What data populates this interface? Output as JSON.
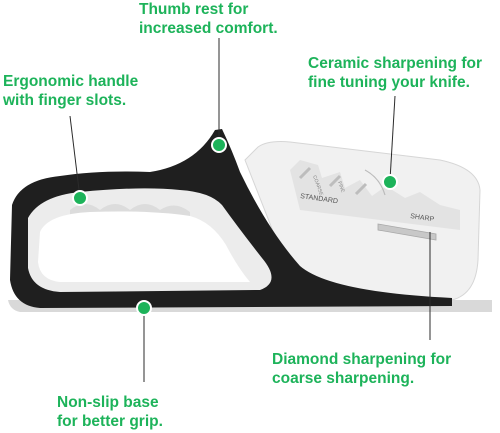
{
  "callouts": {
    "thumb_rest": {
      "line1": "Thumb rest for",
      "line2": "increased comfort."
    },
    "handle": {
      "line1": "Ergonomic handle",
      "line2": "with finger slots."
    },
    "ceramic": {
      "line1": "Ceramic sharpening for",
      "line2": "fine tuning your knife."
    },
    "diamond": {
      "line1": "Diamond sharpening for",
      "line2": "coarse sharpening."
    },
    "base": {
      "line1": "Non-slip base",
      "line2": "for better grip."
    }
  },
  "product_labels": {
    "standard": "STANDARD",
    "sharp": "SHARP",
    "coarse": "COARSE",
    "fine": "FINE"
  },
  "colors": {
    "accent": "#1db35a",
    "handle_black": "#1f1f1f",
    "body_white": "#f1f1f1",
    "base_gray": "#d9d9d9"
  }
}
